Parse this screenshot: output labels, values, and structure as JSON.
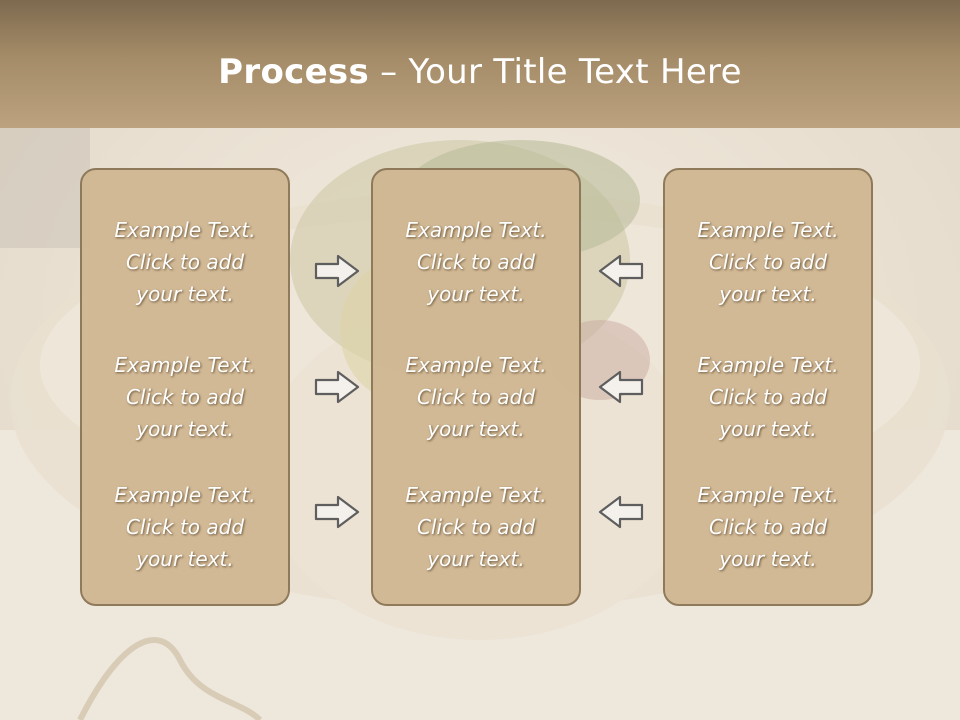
{
  "slide": {
    "title_bold": "Process",
    "title_rest": " – Your Title Text Here"
  },
  "columns": [
    {
      "items": [
        {
          "line1": "Example Text.",
          "line2": "Click  to add",
          "line3": "your text."
        },
        {
          "line1": "Example Text.",
          "line2": "Click  to add",
          "line3": "your text."
        },
        {
          "line1": "Example Text.",
          "line2": "Click  to add",
          "line3": "your text."
        }
      ]
    },
    {
      "items": [
        {
          "line1": "Example Text.",
          "line2": "Click  to add",
          "line3": "your text."
        },
        {
          "line1": "Example Text.",
          "line2": "Click  to add",
          "line3": "your text."
        },
        {
          "line1": "Example Text.",
          "line2": "Click  to add",
          "line3": "your text."
        }
      ]
    },
    {
      "items": [
        {
          "line1": "Example Text.",
          "line2": "Click  to add",
          "line3": "your text."
        },
        {
          "line1": "Example Text.",
          "line2": "Click  to add",
          "line3": "your text."
        },
        {
          "line1": "Example Text.",
          "line2": "Click  to add",
          "line3": "your text."
        }
      ]
    }
  ],
  "arrows": {
    "left_group": "right-arrow-icon",
    "right_group": "left-arrow-icon"
  },
  "colors": {
    "panel_fill": "#d1b894",
    "panel_border": "#8c7757",
    "title_band": "#a58c68",
    "text": "#ffffff"
  }
}
